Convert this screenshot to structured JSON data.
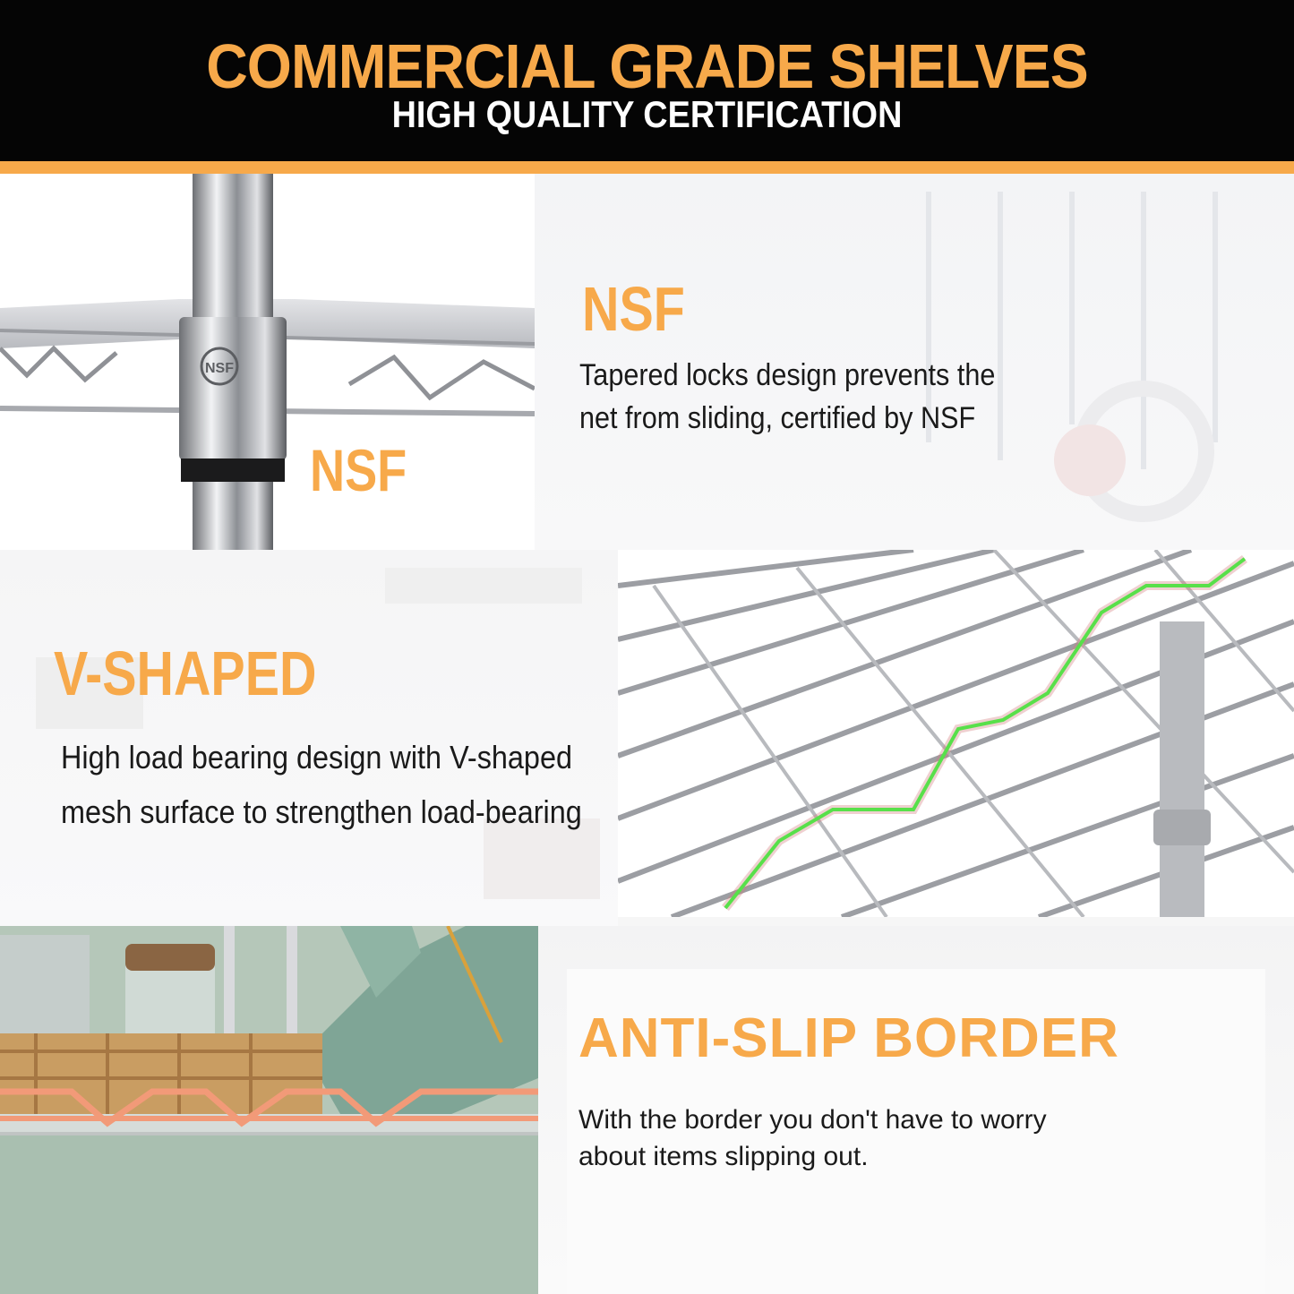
{
  "header": {
    "title": "COMMERCIAL GRADE SHELVES",
    "subtitle": "HIGH QUALITY CERTIFICATION"
  },
  "features": [
    {
      "heading": "NSF",
      "description_line1": "Tapered locks design prevents the",
      "description_line2": "net from sliding, certified by NSF",
      "photo_label": "NSF",
      "stamp_text": "NSF"
    },
    {
      "heading": "V-SHAPED",
      "description_line1": "High load bearing design with V-shaped",
      "description_line2": "mesh surface to strengthen load-bearing"
    },
    {
      "heading": "ANTI-SLIP BORDER",
      "description_line1": "With the border you don't have to worry",
      "description_line2": "about items slipping out."
    }
  ],
  "colors": {
    "accent": "#f7a94a",
    "header_bg": "#050505",
    "highlight_green": "#58e04a",
    "anti_slip_wire": "#f29a78",
    "wall_green": "#a9bfb0"
  }
}
